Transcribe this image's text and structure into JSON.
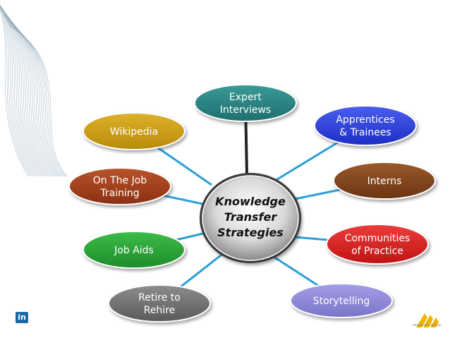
{
  "center": {
    "lines": [
      "Knowledge",
      "Transfer",
      "Strategies"
    ]
  },
  "nodes": [
    {
      "id": "expert-interviews",
      "lines": [
        "Expert",
        "Interviews"
      ],
      "color": "#1f6f6f",
      "color_light": "#3a9a96"
    },
    {
      "id": "wikipedia",
      "lines": [
        "Wikipedia"
      ],
      "color": "#b88a0a",
      "color_light": "#dcb12a"
    },
    {
      "id": "apprentices-trainees",
      "lines": [
        "Apprentices",
        "& Trainees"
      ],
      "color": "#1c2ec4",
      "color_light": "#4a5ef0"
    },
    {
      "id": "on-the-job-training",
      "lines": [
        "On The Job",
        "Training"
      ],
      "color": "#8a2f10",
      "color_light": "#b9542c"
    },
    {
      "id": "interns",
      "lines": [
        "Interns"
      ],
      "color": "#6a3412",
      "color_light": "#9a5a2c"
    },
    {
      "id": "job-aids",
      "lines": [
        "Job Aids"
      ],
      "color": "#1e8c2a",
      "color_light": "#3cbc48"
    },
    {
      "id": "communities-of-practice",
      "lines": [
        "Communities",
        "of Practice"
      ],
      "color": "#c01414",
      "color_light": "#ec3c3c"
    },
    {
      "id": "retire-to-rehire",
      "lines": [
        "Retire to",
        "Rehire"
      ],
      "color": "#5a5a5a",
      "color_light": "#8c8c8c"
    },
    {
      "id": "storytelling",
      "lines": [
        "Storytelling"
      ],
      "color": "#7a74c8",
      "color_light": "#a49ee8"
    }
  ],
  "connector_color_default": "#2a9fd6",
  "connector_color_top": "#222222",
  "footer": {
    "linkedin_label": "in",
    "logo_caption": "corporate group"
  }
}
